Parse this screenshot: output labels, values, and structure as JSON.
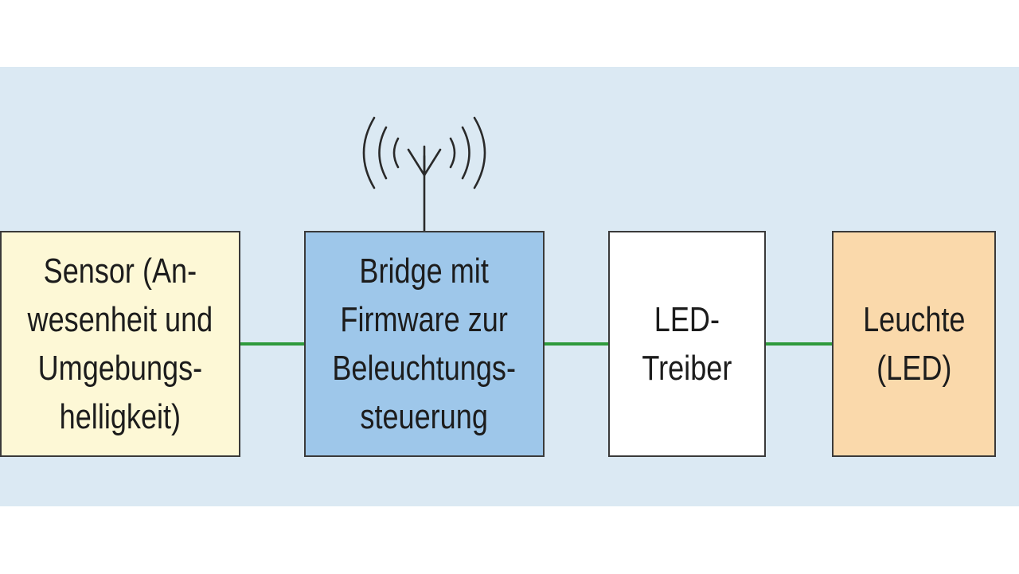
{
  "diagram": {
    "colors": {
      "panel_bg": "#dbe9f3",
      "connector": "#2e9a3c",
      "sensor_fill": "#fdf8d6",
      "bridge_fill": "#9ec7ea",
      "driver_fill": "#ffffff",
      "luminaire_fill": "#fad9ab",
      "border": "#3a3a3a"
    },
    "blocks": [
      {
        "id": "sensor",
        "lines": [
          "Sensor (An-",
          "wesenheit und",
          "Umgebungs-",
          "helligkeit)"
        ]
      },
      {
        "id": "bridge",
        "lines": [
          "Bridge mit",
          "Firmware zur",
          "Beleuchtungs-",
          "steuerung"
        ]
      },
      {
        "id": "led-driver",
        "lines": [
          "LED-",
          "Treiber"
        ]
      },
      {
        "id": "luminaire",
        "lines": [
          "Leuchte",
          "(LED)"
        ]
      }
    ],
    "antenna_icon": "antenna-icon"
  }
}
